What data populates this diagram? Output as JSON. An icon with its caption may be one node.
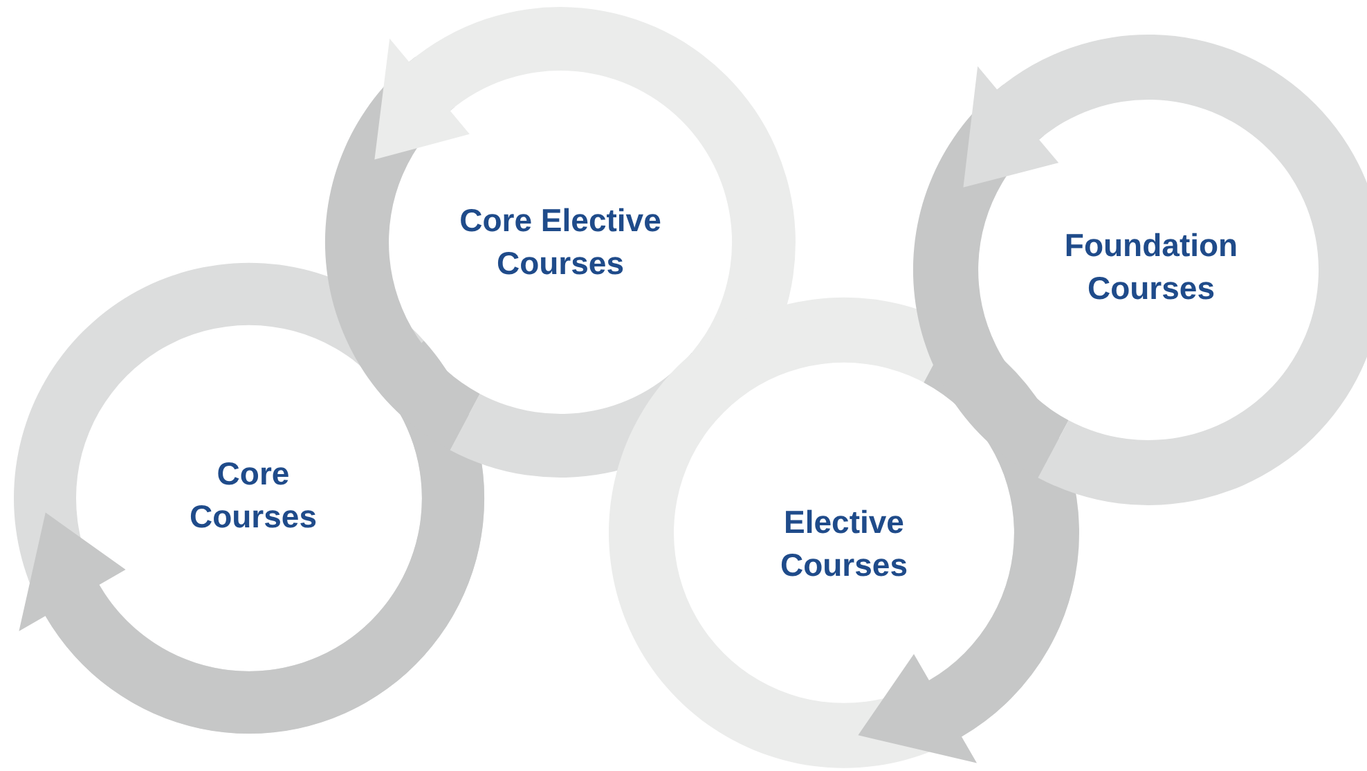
{
  "diagram": {
    "nodes": [
      {
        "text": [
          "Core Elective Courses"
        ]
      },
      {
        "text": [
          "Foundation Courses"
        ]
      },
      {
        "text": [
          "Core Courses"
        ]
      },
      {
        "text": [
          "Elective Courses"
        ]
      }
    ]
  }
}
